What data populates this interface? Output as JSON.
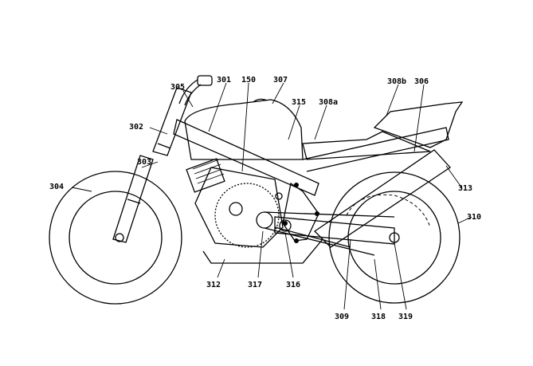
{
  "figure": {
    "labels": {
      "l305": "305",
      "l301": "301",
      "l150": "150",
      "l307": "307",
      "l315": "315",
      "l308a": "308a",
      "l308b": "308b",
      "l306": "306",
      "l302": "302",
      "l303": "303",
      "l304": "304",
      "l313": "313",
      "l310": "310",
      "l312": "312",
      "l317": "317",
      "l316": "316",
      "l309": "309",
      "l318": "318",
      "l319": "319"
    }
  }
}
